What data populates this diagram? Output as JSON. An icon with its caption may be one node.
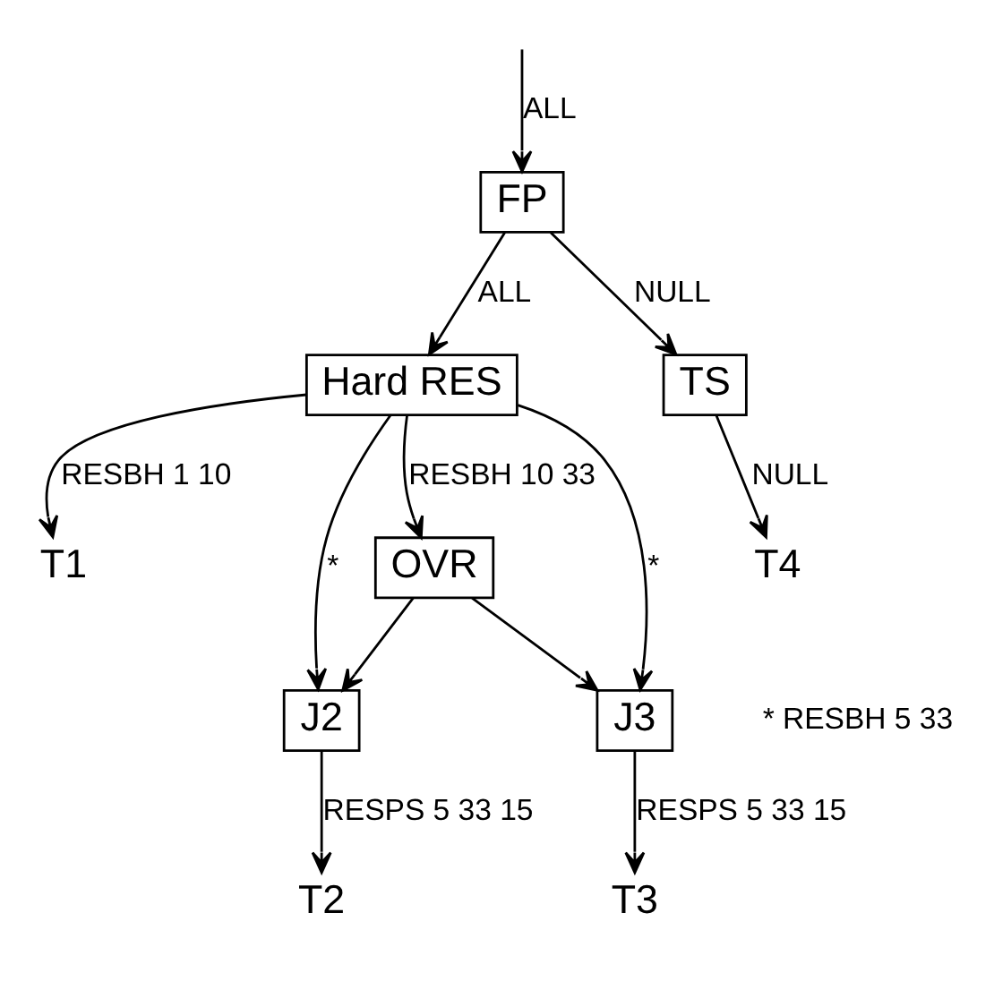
{
  "diagram": {
    "nodes": [
      {
        "text": [
          "FP"
        ]
      },
      {
        "text": [
          "Hard RES"
        ]
      },
      {
        "text": [
          "TS"
        ]
      },
      {
        "text": [
          "OVR"
        ]
      },
      {
        "text": [
          "T1"
        ]
      },
      {
        "text": [
          "J2"
        ]
      },
      {
        "text": [
          "J3"
        ]
      },
      {
        "text": [
          "T4"
        ]
      },
      {
        "text": [
          "T2"
        ]
      },
      {
        "text": [
          "T3"
        ]
      }
    ],
    "edges": [
      {
        "from": null,
        "to": 0,
        "arrow": "to",
        "label": "ALL"
      },
      {
        "from": 0,
        "to": 1,
        "arrow": "to",
        "label": "ALL"
      },
      {
        "from": 0,
        "to": 2,
        "arrow": "to",
        "label": "NULL"
      },
      {
        "from": 2,
        "to": 7,
        "arrow": "to",
        "label": "NULL"
      },
      {
        "from": 1,
        "to": 4,
        "arrow": "to",
        "label": "RESBH 1 10"
      },
      {
        "from": 1,
        "to": 5,
        "arrow": "to",
        "label": "*"
      },
      {
        "from": 1,
        "to": 6,
        "arrow": "to",
        "label": "*"
      },
      {
        "from": 1,
        "to": 3,
        "arrow": "to",
        "label": "RESBH 10 33"
      },
      {
        "from": 3,
        "to": 5,
        "arrow": "to"
      },
      {
        "from": 3,
        "to": 6,
        "arrow": "to"
      },
      {
        "from": 5,
        "to": 8,
        "arrow": "to",
        "label": "RESPS 5 33 15"
      },
      {
        "from": 6,
        "to": 9,
        "arrow": "to",
        "label": "RESPS 5 33 15"
      }
    ],
    "labels": [
      "* RESBH 5 33"
    ]
  }
}
